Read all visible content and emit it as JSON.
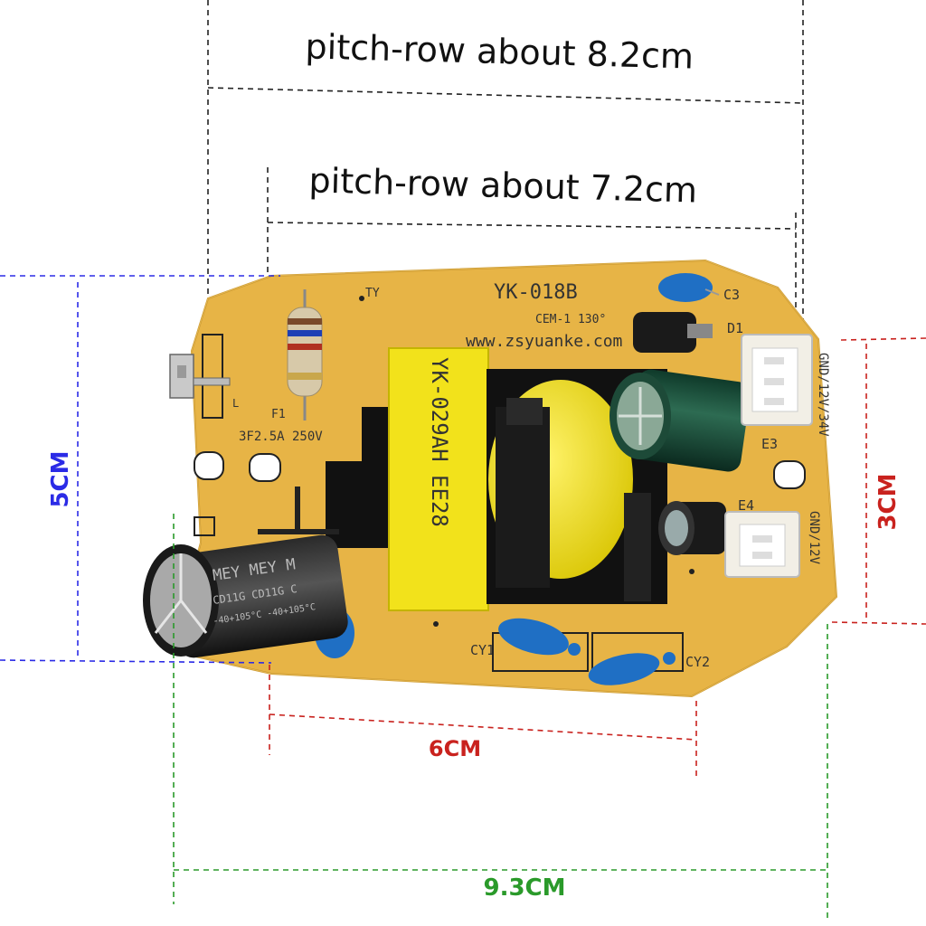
{
  "dimensions": {
    "pitch_row_outer": "pitch-row about 8.2cm",
    "pitch_row_inner": "pitch-row about 7.2cm",
    "height_left": "5CM",
    "height_right": "3CM",
    "width_bottom_inner": "6CM",
    "width_bottom_outer": "9.3CM"
  },
  "board": {
    "model": "YK-018B",
    "material": "CEM-1 130°",
    "website": "www.zsyuanke.com",
    "ty": "TY",
    "fuse": "F1",
    "fuse_rating": "3F2.5A 250V",
    "l_mark": "L",
    "transformer": "YK-029AH EE28",
    "c3": "C3",
    "d1": "D1",
    "e3": "E3",
    "e4": "E4",
    "cy1": "CY1",
    "cy2": "CY2",
    "connector_top": "GND/12V/34V",
    "connector_bottom": "GND/12V",
    "cap_brand": "MEY MEY M",
    "cap_series": "CD11G CD11G C",
    "cap_temp": "-40+105°C -40+105°C"
  },
  "colors": {
    "board": "#e7b446",
    "blue_dim": "#2b2be6",
    "red_dim": "#c9221e",
    "green_dim": "#2a9a2a",
    "black_dim": "#222222",
    "transformer_bobbin": "#f2e21b",
    "y_cap": "#1f6fc4"
  }
}
